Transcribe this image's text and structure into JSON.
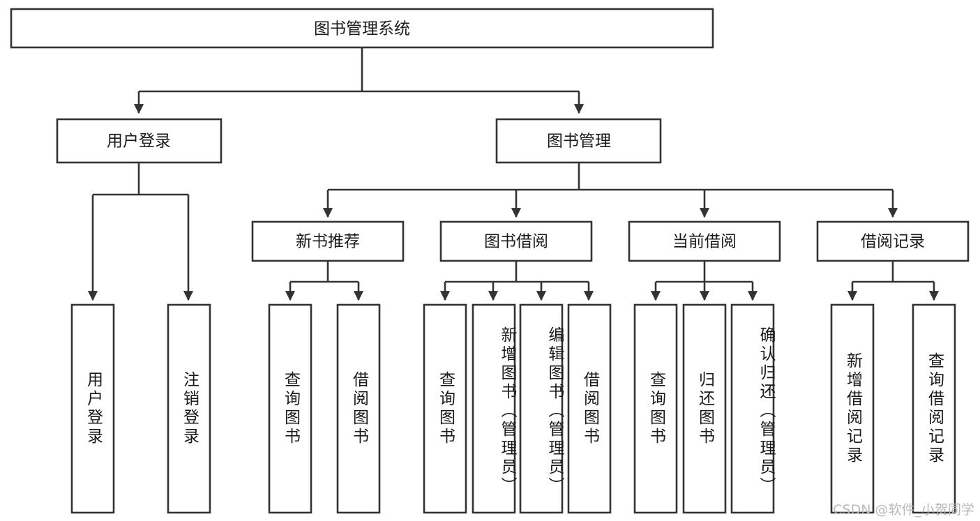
{
  "diagram": {
    "type": "tree-hierarchy",
    "title": "图书管理系统",
    "root": {
      "id": "root",
      "label": "图书管理系统",
      "orientation": "horizontal"
    },
    "level2": [
      {
        "id": "user-login",
        "label": "用户登录",
        "orientation": "horizontal"
      },
      {
        "id": "book-manage",
        "label": "图书管理",
        "orientation": "horizontal"
      }
    ],
    "level3": [
      {
        "id": "new-book-recommend",
        "label": "新书推荐",
        "orientation": "horizontal",
        "parent": "book-manage"
      },
      {
        "id": "book-borrow",
        "label": "图书借阅",
        "orientation": "horizontal",
        "parent": "book-manage"
      },
      {
        "id": "current-borrow",
        "label": "当前借阅",
        "orientation": "horizontal",
        "parent": "book-manage"
      },
      {
        "id": "borrow-record",
        "label": "借阅记录",
        "orientation": "horizontal",
        "parent": "book-manage"
      }
    ],
    "leaves": [
      {
        "id": "leaf-user-login",
        "label": "用户登录",
        "orientation": "vertical",
        "parent": "user-login"
      },
      {
        "id": "leaf-logout-login",
        "label": "注销登录",
        "orientation": "vertical",
        "parent": "user-login"
      },
      {
        "id": "leaf-query-book-1",
        "label": "查询图书",
        "orientation": "vertical",
        "parent": "new-book-recommend"
      },
      {
        "id": "leaf-borrow-book-1",
        "label": "借阅图书",
        "orientation": "vertical",
        "parent": "new-book-recommend"
      },
      {
        "id": "leaf-query-book-2",
        "label": "查询图书",
        "orientation": "vertical",
        "parent": "book-borrow"
      },
      {
        "id": "leaf-add-book",
        "label": "新增图书（管理员）",
        "orientation": "vertical",
        "parent": "book-borrow"
      },
      {
        "id": "leaf-edit-book",
        "label": "编辑图书（管理员）",
        "orientation": "vertical",
        "parent": "book-borrow"
      },
      {
        "id": "leaf-borrow-book-2",
        "label": "借阅图书",
        "orientation": "vertical",
        "parent": "book-borrow"
      },
      {
        "id": "leaf-query-book-3",
        "label": "查询图书",
        "orientation": "vertical",
        "parent": "current-borrow"
      },
      {
        "id": "leaf-return-book",
        "label": "归还图书",
        "orientation": "vertical",
        "parent": "current-borrow"
      },
      {
        "id": "leaf-confirm-return",
        "label": "确认归还（管理员）",
        "orientation": "vertical",
        "parent": "current-borrow"
      },
      {
        "id": "leaf-add-record",
        "label": "新增借阅记录",
        "orientation": "vertical",
        "parent": "borrow-record"
      },
      {
        "id": "leaf-query-record",
        "label": "查询借阅记录",
        "orientation": "vertical",
        "parent": "borrow-record"
      }
    ],
    "colors": {
      "box_stroke": "#333333",
      "box_fill": "#ffffff",
      "connector": "#333333",
      "text": "#1a1a1a",
      "background": "#ffffff",
      "watermark": "#b9b9b9"
    }
  },
  "watermark": {
    "text": "CSDN @软件_小贺同学"
  }
}
